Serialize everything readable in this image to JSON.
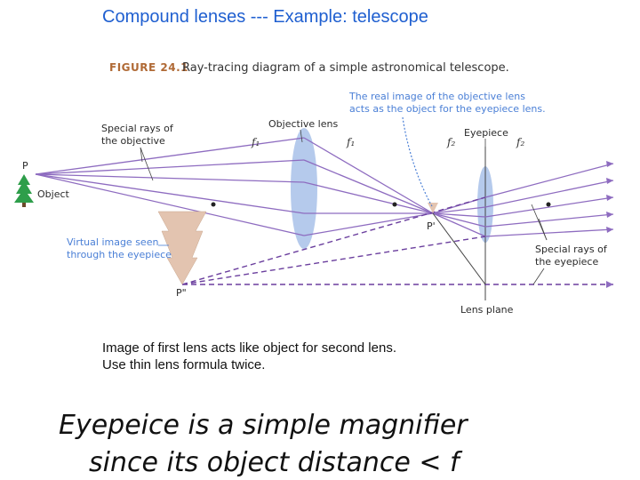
{
  "slide": {
    "title": "Compound lenses --- Example: telescope"
  },
  "figure": {
    "number": "FIGURE 24.1",
    "caption": "Ray-tracing diagram of a simple astronomical telescope.",
    "labels": {
      "objective_lens": "Objective lens",
      "eyepiece": "Eyepiece",
      "special_rays_objective": [
        "Special rays of",
        "the objective"
      ],
      "object": "Object",
      "point_p": "P",
      "point_p_prime": "P'",
      "point_p_double_prime": "P\"",
      "virtual_image": [
        "Virtual image seen",
        "through the eyepiece"
      ],
      "real_image_note": [
        "The real image of the objective lens",
        "acts as the object for the eyepiece lens."
      ],
      "special_rays_eyepiece": [
        "Special rays of",
        "the eyepiece"
      ],
      "lens_plane": "Lens plane",
      "f1_left": "f₁",
      "f1_right": "f₁",
      "f2_left": "f₂",
      "f2_right": "f₂"
    },
    "colors": {
      "ray": "#8e6cc0",
      "ray_dark": "#6b3f9e",
      "lens": "#9cb8e6",
      "note_blue": "#4a7fd6",
      "tree": "#2e9e4a",
      "virtual_image": "#e3c4b0"
    }
  },
  "notes": {
    "line1": "Image of first lens acts like object for second lens.",
    "line2": "Use thin lens formula twice."
  },
  "handwriting": {
    "line1": "Eyepeice is a simple magnifier",
    "line2": "since its object distance < f"
  }
}
